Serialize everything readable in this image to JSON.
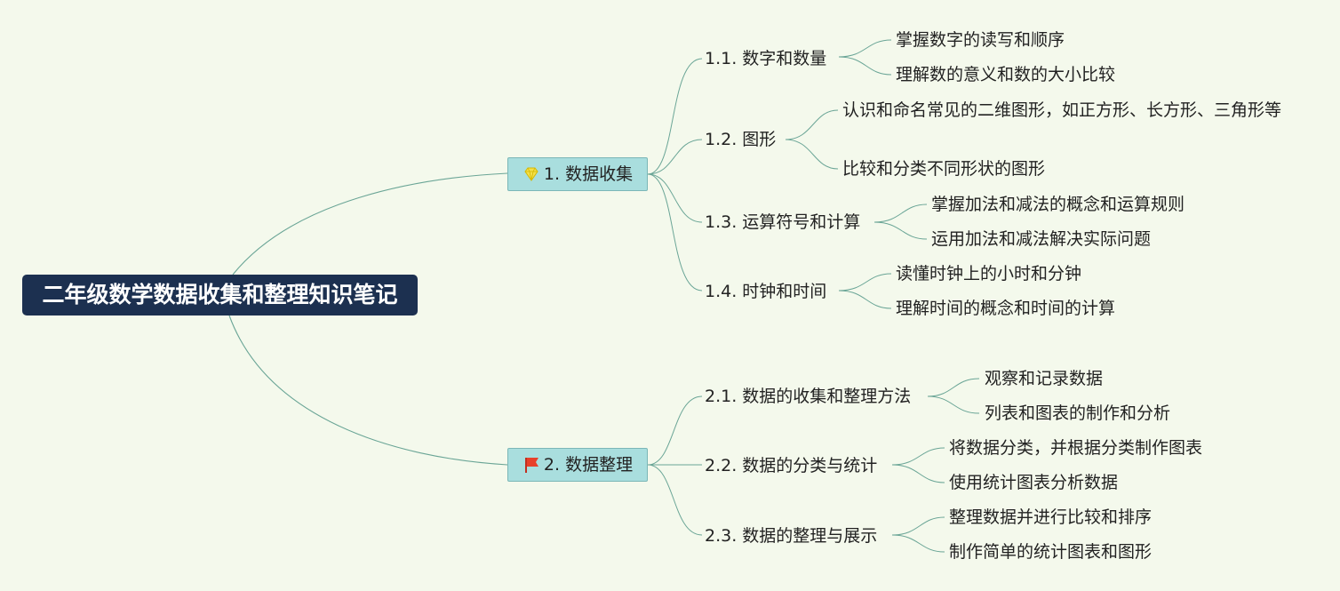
{
  "root": {
    "label": "二年级数学数据收集和整理知识笔记"
  },
  "branches": [
    {
      "label": "1. 数据收集",
      "icon": "gem-icon",
      "children": [
        {
          "label": "1.1. 数字和数量",
          "children": [
            "掌握数字的读写和顺序",
            "理解数的意义和数的大小比较"
          ]
        },
        {
          "label": "1.2. 图形",
          "children": [
            "认识和命名常见的二维图形，如正方形、长方形、三角形等",
            "比较和分类不同形状的图形"
          ]
        },
        {
          "label": "1.3. 运算符号和计算",
          "children": [
            "掌握加法和减法的概念和运算规则",
            "运用加法和减法解决实际问题"
          ]
        },
        {
          "label": "1.4. 时钟和时间",
          "children": [
            "读懂时钟上的小时和分钟",
            "理解时间的概念和时间的计算"
          ]
        }
      ]
    },
    {
      "label": "2. 数据整理",
      "icon": "red-flag-icon",
      "children": [
        {
          "label": "2.1. 数据的收集和整理方法",
          "children": [
            "观察和记录数据",
            "列表和图表的制作和分析"
          ]
        },
        {
          "label": "2.2. 数据的分类与统计",
          "children": [
            "将数据分类，并根据分类制作图表",
            "使用统计图表分析数据"
          ]
        },
        {
          "label": "2.3. 数据的整理与展示",
          "children": [
            "整理数据并进行比较和排序",
            "制作简单的统计图表和图形"
          ]
        }
      ]
    }
  ],
  "colors": {
    "background": "#f4f9ec",
    "root_fill": "#1c3050",
    "branch_fill": "#a9dede",
    "line": "#6aa596"
  }
}
